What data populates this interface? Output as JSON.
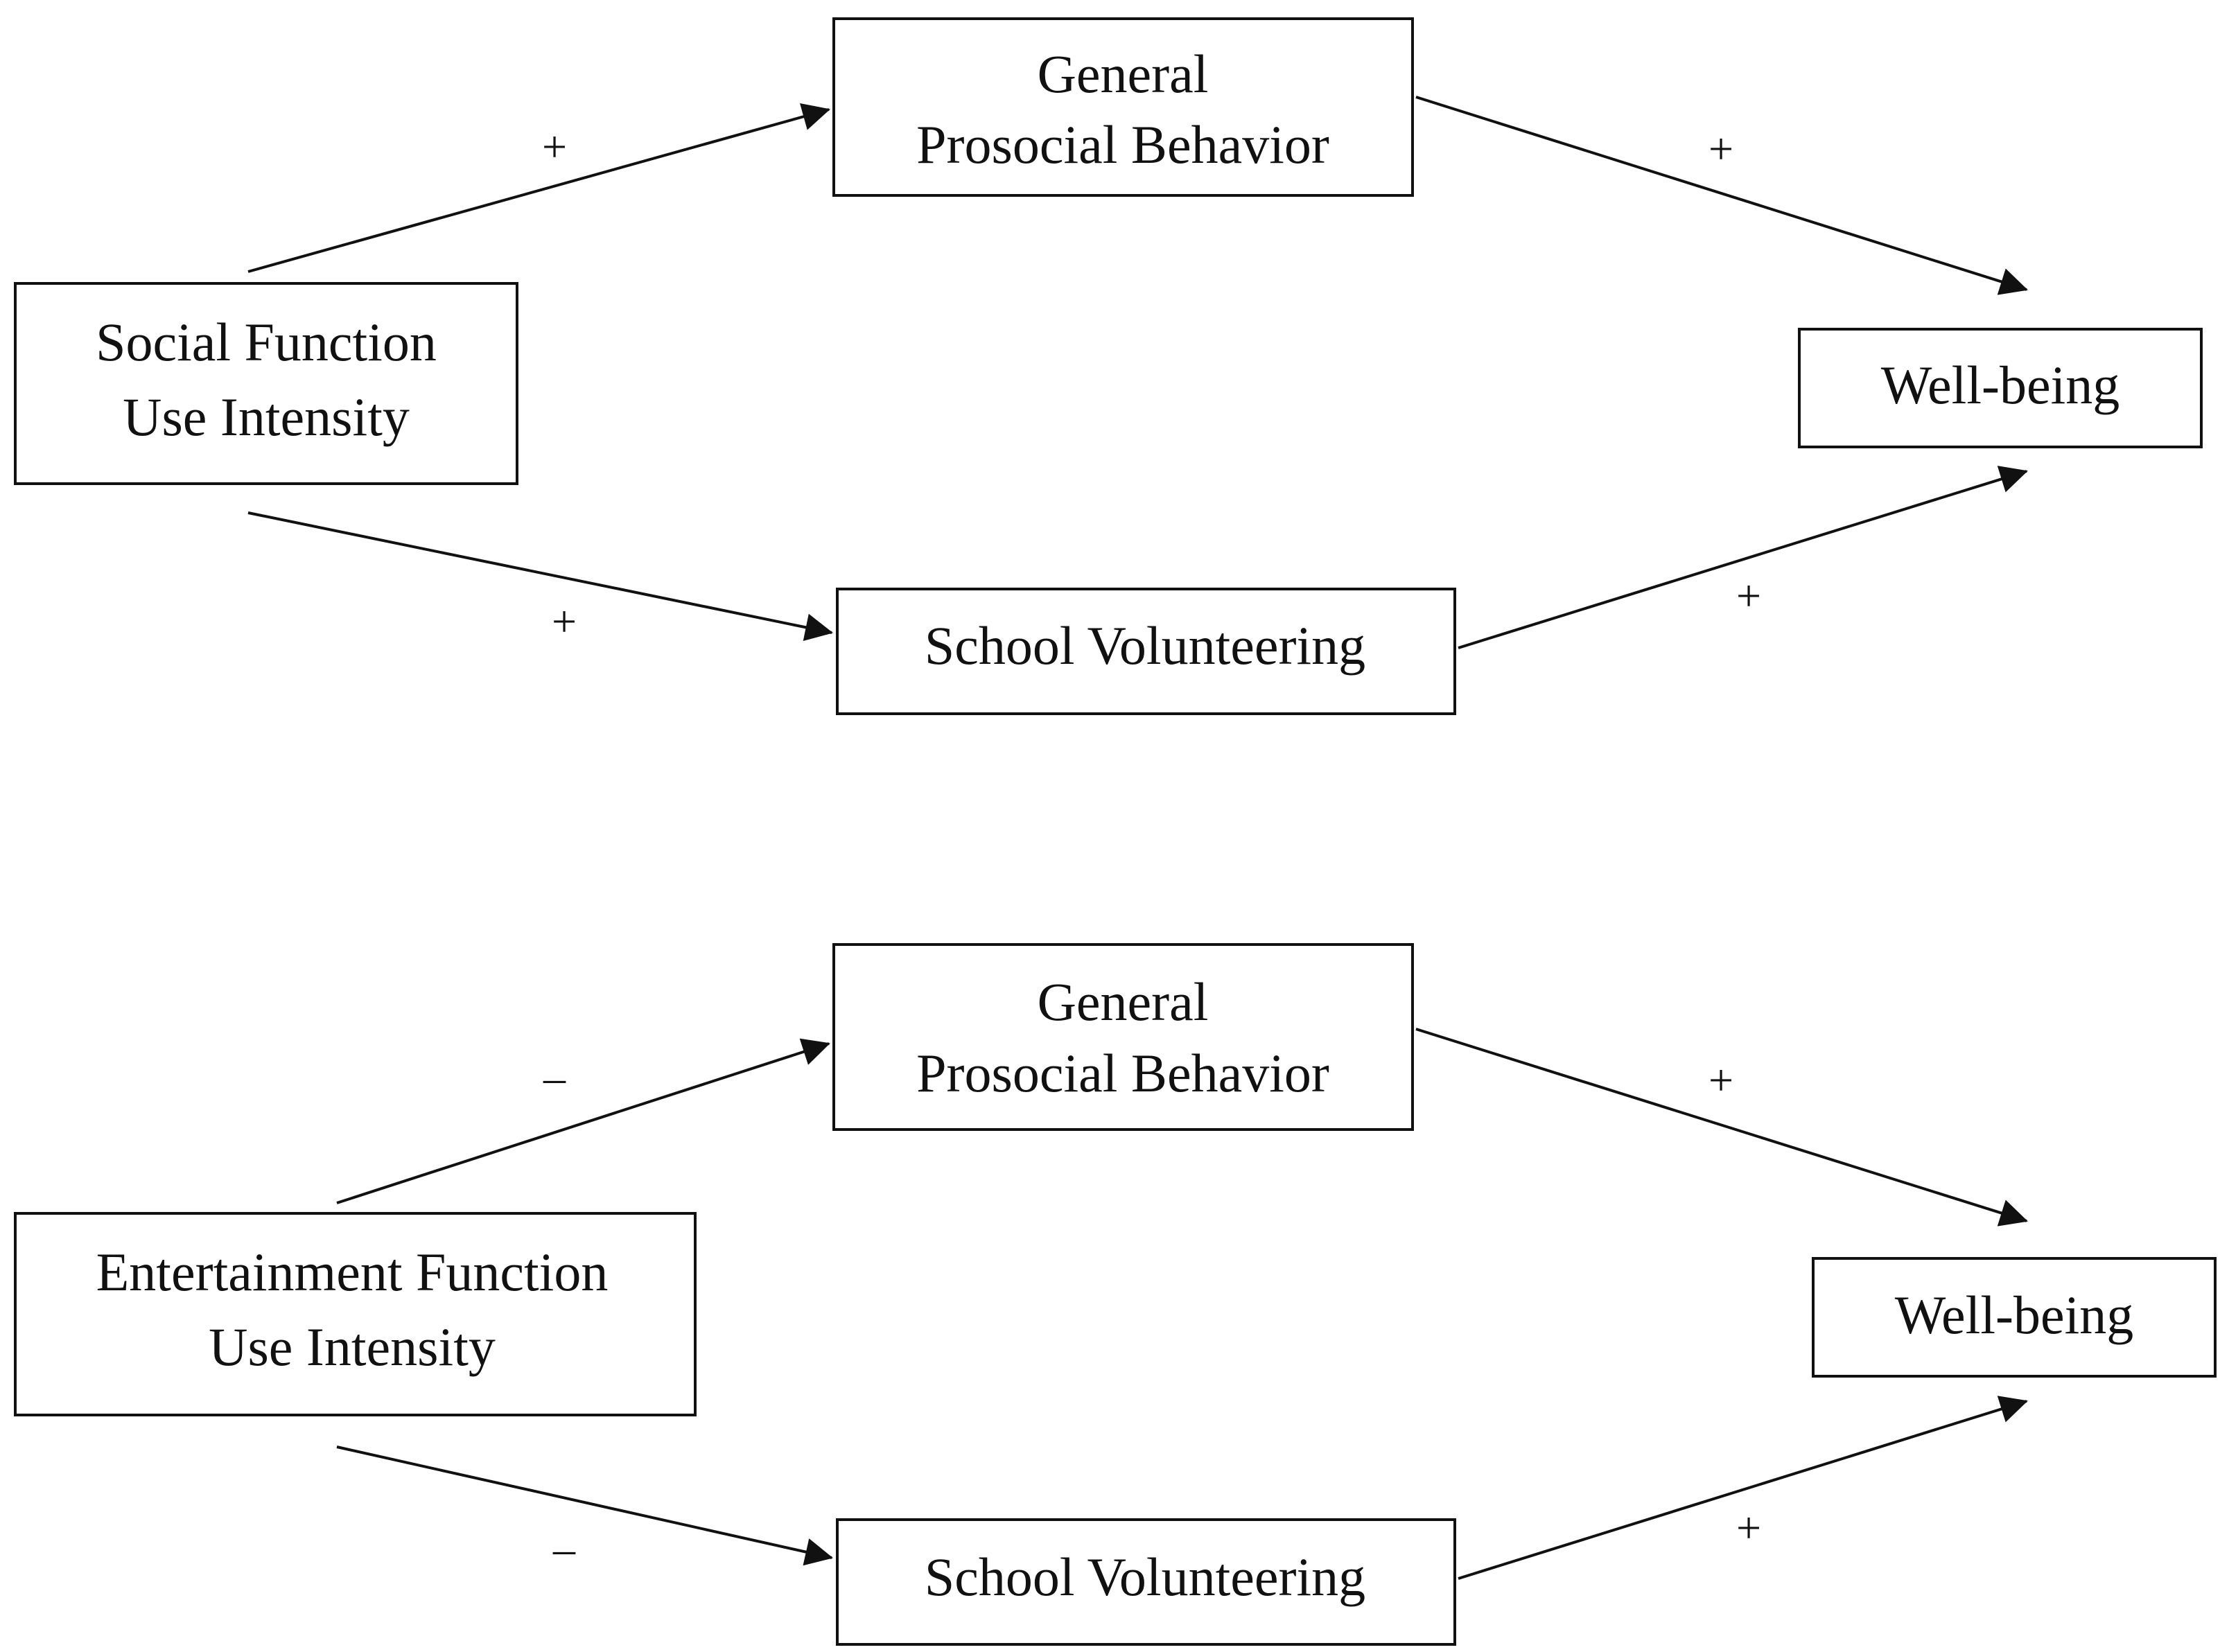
{
  "panels": [
    {
      "nodes": {
        "source": [
          "Social Function",
          "Use Intensity"
        ],
        "mediator_top": [
          "General",
          "Prosocial Behavior"
        ],
        "mediator_bottom": [
          "School Volunteering"
        ],
        "outcome": [
          "Well-being"
        ]
      },
      "edges": {
        "source_to_top": "+",
        "top_to_outcome": "+",
        "source_to_bottom": "+",
        "bottom_to_outcome": "+"
      }
    },
    {
      "nodes": {
        "source": [
          "Entertainment Function",
          "Use Intensity"
        ],
        "mediator_top": [
          "General",
          "Prosocial Behavior"
        ],
        "mediator_bottom": [
          "School Volunteering"
        ],
        "outcome": [
          "Well-being"
        ]
      },
      "edges": {
        "source_to_top": "–",
        "top_to_outcome": "+",
        "source_to_bottom": "–",
        "bottom_to_outcome": "+"
      }
    }
  ]
}
